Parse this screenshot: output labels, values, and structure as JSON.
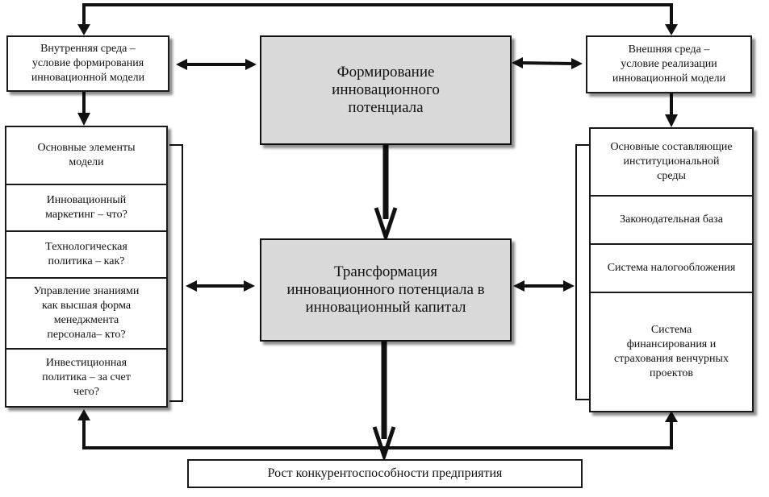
{
  "center_top": "Формирование\nинновационного\nпотенциала",
  "center_mid": "Трансформация\nинновационного потенциала в\nинновационный капитал",
  "left_header": "Внутренняя среда –\nусловие формирования\nинновационной  модели",
  "right_header": "Внешняя среда –\nусловие реализации\nинновационной  модели",
  "left_items": [
    "Основные элементы\nмодели",
    "Инновационный\nмаркетинг  – что?",
    "Технологическая\nполитика  – как?",
    "Управление  знаниями\nкак высшая форма\nменеджмента\nперсонала– кто?",
    "Инвестиционная\nполитика  – за счет\nчего?"
  ],
  "right_items": [
    "Основные составляющие\nинституциональной\nсреды",
    "Законодательная база",
    "Система налогообложения",
    "Система\nфинансирования  и\nстрахования венчурных\nпроектов"
  ],
  "bottom": "Рост конкурентоспособности предприятия"
}
